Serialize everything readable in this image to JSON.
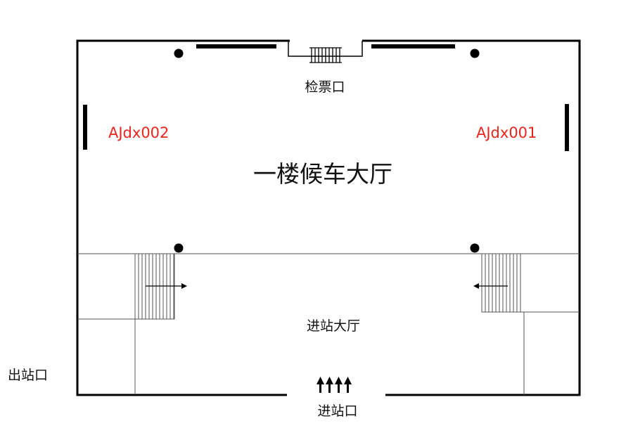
{
  "labels": {
    "ticket_gate": "检票口",
    "main_hall": "一楼候车大厅",
    "entry_hall": "进站大厅",
    "exit": "出站口",
    "entrance": "进站口"
  },
  "devices": {
    "left": "AJdx002",
    "right": "AJdx001"
  },
  "colors": {
    "device_text": "#e8261e",
    "lines": "#000000"
  }
}
